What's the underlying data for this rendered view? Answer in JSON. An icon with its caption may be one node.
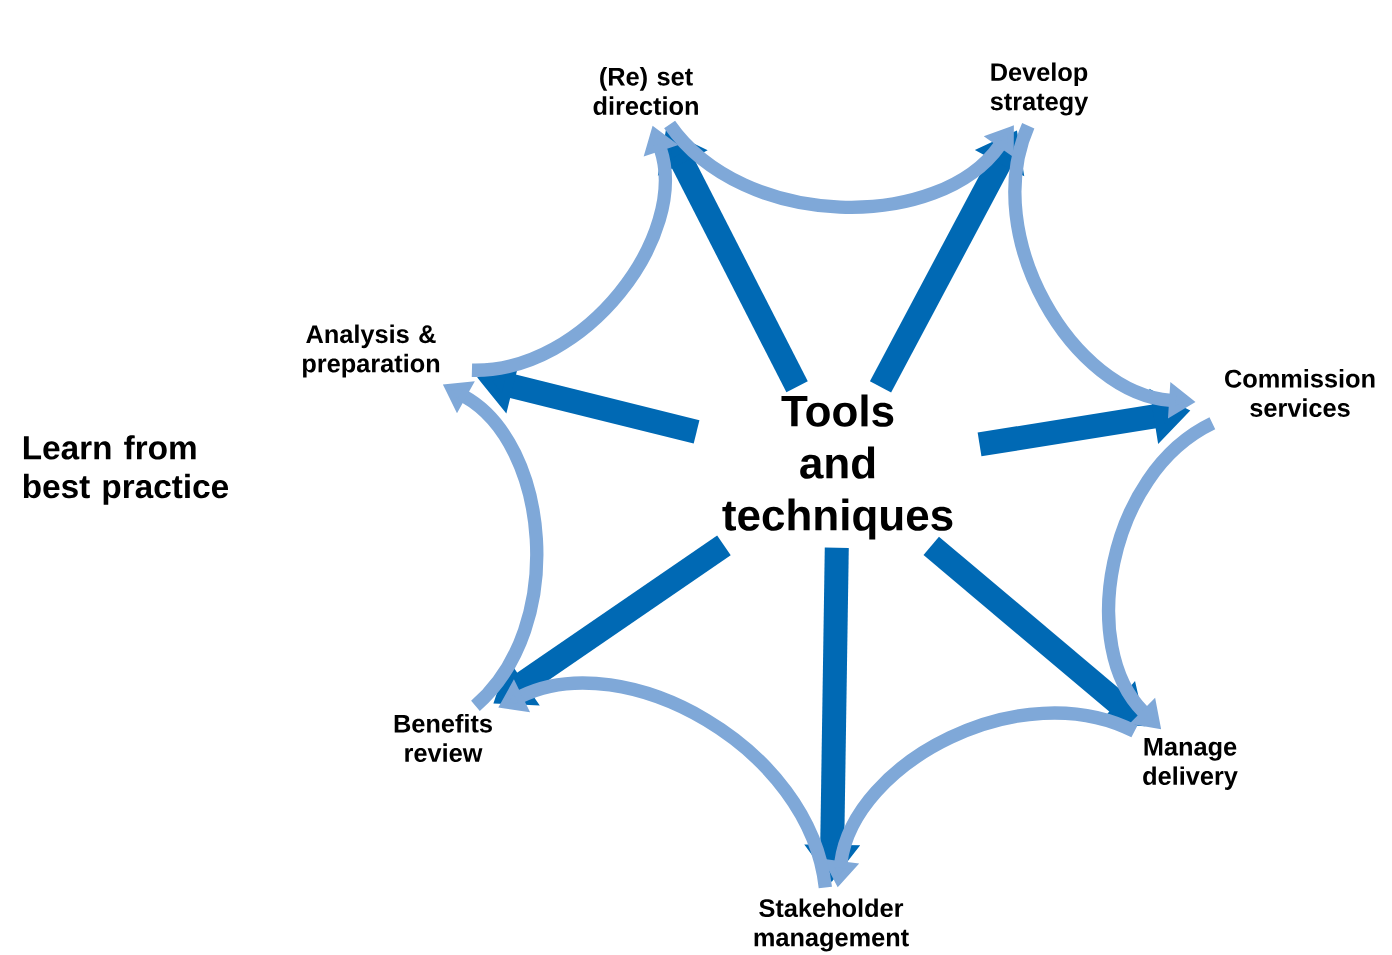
{
  "diagram": {
    "nodes": [
      {
        "text": [
          "Tools and techniques"
        ]
      },
      {
        "text": [
          "(Re) set direction"
        ]
      },
      {
        "text": [
          "Develop strategy"
        ]
      },
      {
        "text": [
          "Commission services"
        ]
      },
      {
        "text": [
          "Manage delivery"
        ]
      },
      {
        "text": [
          "Stakeholder management"
        ]
      },
      {
        "text": [
          "Benefits review"
        ]
      },
      {
        "text": [
          "Analysis & preparation"
        ]
      }
    ],
    "edges": [
      {
        "from": 0,
        "to": 1,
        "arrow": "to",
        "style": "thick"
      },
      {
        "from": 0,
        "to": 2,
        "arrow": "to",
        "style": "thick"
      },
      {
        "from": 0,
        "to": 3,
        "arrow": "to",
        "style": "thick"
      },
      {
        "from": 0,
        "to": 4,
        "arrow": "to",
        "style": "thick"
      },
      {
        "from": 0,
        "to": 5,
        "arrow": "to",
        "style": "thick"
      },
      {
        "from": 0,
        "to": 6,
        "arrow": "to",
        "style": "thick"
      },
      {
        "from": 0,
        "to": 7,
        "arrow": "to",
        "style": "thick"
      },
      {
        "from": 1,
        "to": 2,
        "arrow": "to",
        "color": "#7fa8d8"
      },
      {
        "from": 2,
        "to": 3,
        "arrow": "to",
        "color": "#7fa8d8"
      },
      {
        "from": 3,
        "to": 4,
        "arrow": "to",
        "color": "#7fa8d8"
      },
      {
        "from": 4,
        "to": 5,
        "arrow": "to",
        "color": "#7fa8d8"
      },
      {
        "from": 5,
        "to": 6,
        "arrow": "to",
        "color": "#7fa8d8"
      },
      {
        "from": 6,
        "to": 7,
        "arrow": "to",
        "color": "#7fa8d8"
      },
      {
        "from": 7,
        "to": 1,
        "arrow": "to",
        "color": "#7fa8d8"
      }
    ],
    "labels": [
      "Learn from best practice"
    ]
  }
}
